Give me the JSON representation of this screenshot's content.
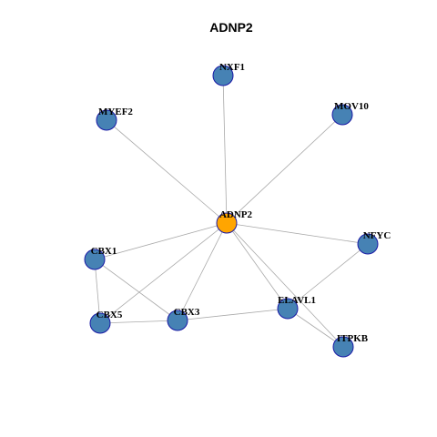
{
  "title": "ADNP2",
  "colors": {
    "center_fill": "#FFA500",
    "node_fill": "#4682B4",
    "node_stroke": "#1A1AA6",
    "edge": "#A9A9A9"
  },
  "graph": {
    "center": "ADNP2",
    "nodes": [
      {
        "id": "ADNP2",
        "label": "ADNP2",
        "type": "center"
      },
      {
        "id": "NXF1",
        "label": "NXF1",
        "type": "neighbor"
      },
      {
        "id": "MYEF2",
        "label": "MYEF2",
        "type": "neighbor"
      },
      {
        "id": "MOV10",
        "label": "MOV10",
        "type": "neighbor"
      },
      {
        "id": "NFYC",
        "label": "NFYC",
        "type": "neighbor"
      },
      {
        "id": "CBX1",
        "label": "CBX1",
        "type": "neighbor"
      },
      {
        "id": "CBX5",
        "label": "CBX5",
        "type": "neighbor"
      },
      {
        "id": "CBX3",
        "label": "CBX3",
        "type": "neighbor"
      },
      {
        "id": "ELAVL1",
        "label": "ELAVL1",
        "type": "neighbor"
      },
      {
        "id": "ITPKB",
        "label": "ITPKB",
        "type": "neighbor"
      }
    ],
    "edges": [
      [
        "ADNP2",
        "NXF1"
      ],
      [
        "ADNP2",
        "MYEF2"
      ],
      [
        "ADNP2",
        "MOV10"
      ],
      [
        "ADNP2",
        "NFYC"
      ],
      [
        "ADNP2",
        "CBX1"
      ],
      [
        "ADNP2",
        "CBX5"
      ],
      [
        "ADNP2",
        "CBX3"
      ],
      [
        "ADNP2",
        "ELAVL1"
      ],
      [
        "ADNP2",
        "ITPKB"
      ],
      [
        "CBX1",
        "CBX5"
      ],
      [
        "CBX1",
        "CBX3"
      ],
      [
        "CBX5",
        "CBX3"
      ],
      [
        "CBX3",
        "ELAVL1"
      ],
      [
        "ELAVL1",
        "NFYC"
      ],
      [
        "ELAVL1",
        "ITPKB"
      ]
    ]
  }
}
